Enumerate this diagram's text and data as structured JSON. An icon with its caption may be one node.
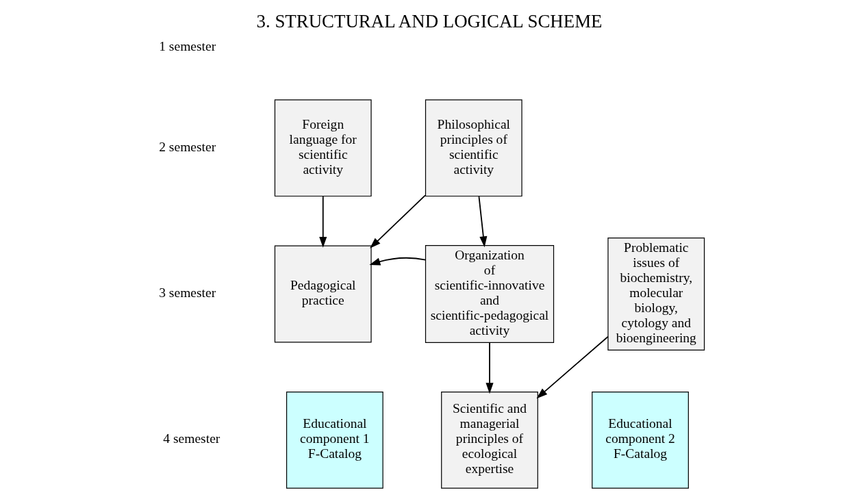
{
  "diagram": {
    "title": "3. STRUCTURAL AND LOGICAL SCHEME",
    "nodes": [
      {
        "text": [
          "Foreign language for scientific activity"
        ]
      },
      {
        "text": [
          "Philosophical principles of scientific activity"
        ]
      },
      {
        "text": [
          "Pedagogical practice"
        ]
      },
      {
        "text": [
          "Organization of scientific-innovative and scientific-pedagogical activity"
        ]
      },
      {
        "text": [
          "Problematic issues of biochemistry, molecular biology, cytology and bioengineering"
        ]
      },
      {
        "text": [
          "Educational component 1 F-Catalog"
        ]
      },
      {
        "text": [
          "Scientific and managerial principles of ecological expertise"
        ]
      },
      {
        "text": [
          "Educational component 2 F-Catalog"
        ]
      }
    ],
    "edges": [
      {
        "from": 0,
        "to": 2,
        "arrow": "to"
      },
      {
        "from": 1,
        "to": 2,
        "arrow": "to"
      },
      {
        "from": 1,
        "to": 3,
        "arrow": "to"
      },
      {
        "from": 3,
        "to": 2,
        "arrow": "to"
      },
      {
        "from": 3,
        "to": 6,
        "arrow": "to"
      },
      {
        "from": 4,
        "to": 6,
        "arrow": "to"
      }
    ],
    "labels": [
      "1 semester",
      "2 semester",
      "3 semester",
      "4 semester"
    ]
  }
}
